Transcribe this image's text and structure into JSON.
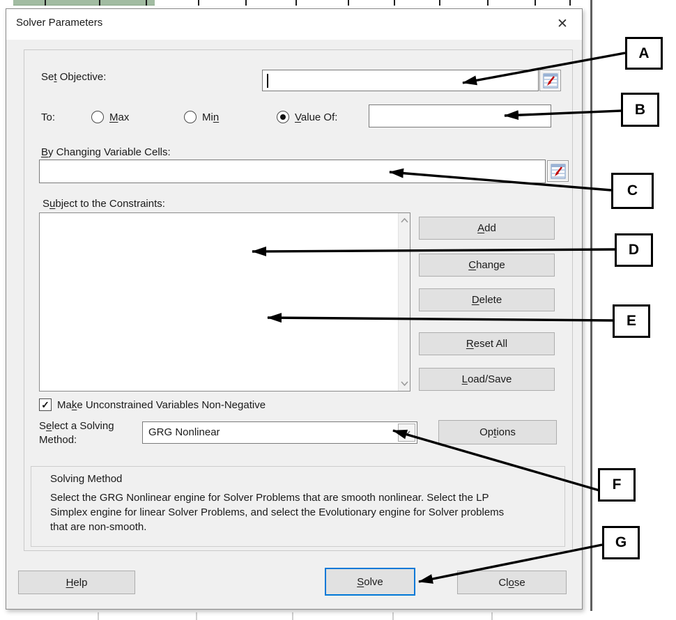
{
  "window": {
    "title": "Solver Parameters",
    "close_glyph": "✕"
  },
  "fields": {
    "objective_label": {
      "pre": "Se",
      "key": "t",
      "post": " Objective:"
    },
    "objective_value": "",
    "to_label": "To:",
    "radio_max": {
      "pre": "",
      "key": "M",
      "post": "ax"
    },
    "radio_min": {
      "pre": "Mi",
      "key": "n",
      "post": ""
    },
    "radio_value_of": {
      "pre": "",
      "key": "V",
      "post": "alue Of:"
    },
    "selected_radio": "Value Of",
    "value_of_value": "",
    "variable_cells_label": {
      "pre": "",
      "key": "B",
      "post": "y Changing Variable Cells:"
    },
    "variable_cells_value": "",
    "constraints_label": {
      "pre": "S",
      "key": "u",
      "post": "bject to the Constraints:"
    },
    "constraints_items": [],
    "non_negative_checkbox": {
      "checked": true,
      "check_glyph": "✓",
      "label": {
        "pre": "Ma",
        "key": "k",
        "post": "e Unconstrained Variables Non-Negative"
      }
    },
    "solving_method_label_line1": {
      "pre": "S",
      "key": "e",
      "post": "lect a Solving"
    },
    "solving_method_label_line2": "Method:",
    "solving_method_value": "GRG Nonlinear"
  },
  "buttons": {
    "add": {
      "pre": "",
      "key": "A",
      "post": "dd"
    },
    "change": {
      "pre": "",
      "key": "C",
      "post": "hange"
    },
    "delete": {
      "pre": "",
      "key": "D",
      "post": "elete"
    },
    "reset_all": {
      "pre": "",
      "key": "R",
      "post": "eset All"
    },
    "load_save": {
      "pre": "",
      "key": "L",
      "post": "oad/Save"
    },
    "options": {
      "pre": "Op",
      "key": "t",
      "post": "ions"
    },
    "help": {
      "pre": "",
      "key": "H",
      "post": "elp"
    },
    "solve": {
      "pre": "",
      "key": "S",
      "post": "olve"
    },
    "close": {
      "pre": "Cl",
      "key": "o",
      "post": "se"
    }
  },
  "solving_method_group": {
    "title": "Solving Method",
    "description": "Select the GRG Nonlinear engine for Solver Problems that are smooth nonlinear. Select the LP Simplex engine for linear Solver Problems, and select the Evolutionary engine for Solver problems that are non-smooth."
  },
  "annotations": {
    "a": "A",
    "b": "B",
    "c": "C",
    "d": "D",
    "e": "E",
    "f": "F",
    "g": "G"
  },
  "colors": {
    "solve_focus_border": "#0078d7",
    "arrow": "#000000",
    "range_icon_arrow_red": "#c00000",
    "dialog_background": "#f0f0f0"
  }
}
